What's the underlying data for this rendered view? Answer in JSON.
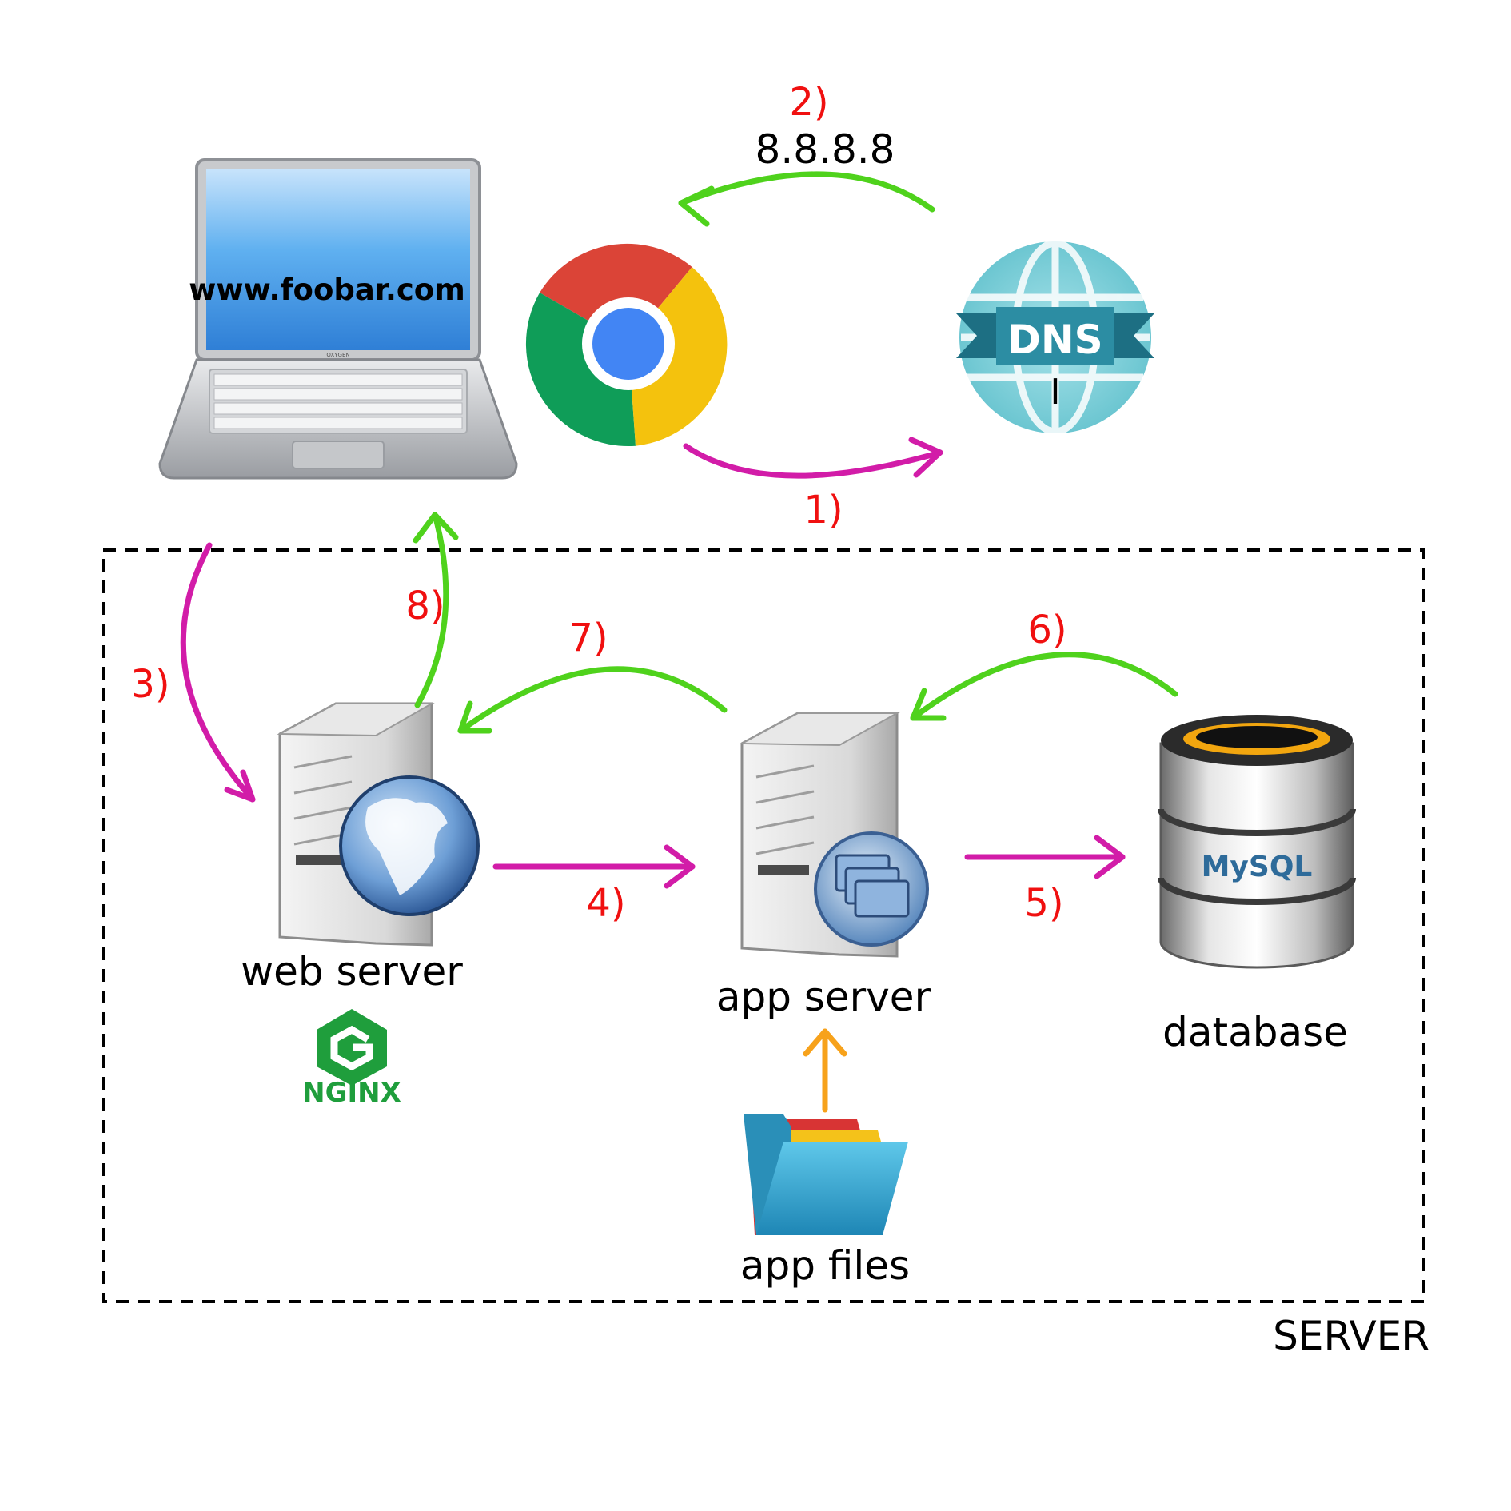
{
  "browser": {
    "url": "www.foobar.com",
    "laptop_brand": "OXYGEN"
  },
  "dns": {
    "title": "DNS",
    "cursor": "I",
    "resolved_ip": "8.8.8.8"
  },
  "server_box": {
    "label": "SERVER"
  },
  "nodes": {
    "web_server": {
      "label": "web server",
      "product": "NGINX"
    },
    "app_server": {
      "label": "app server"
    },
    "database": {
      "label": "database",
      "product": "MySQL"
    },
    "app_files": {
      "label": "app files"
    }
  },
  "steps": [
    "1)",
    "2)",
    "3)",
    "4)",
    "5)",
    "6)",
    "7)",
    "8)"
  ],
  "colors": {
    "request_arrow": "#d21ca8",
    "response_arrow": "#4fd21c",
    "file_arrow": "#f7a21b",
    "step_label": "#f01010",
    "server_box": "#000000"
  }
}
